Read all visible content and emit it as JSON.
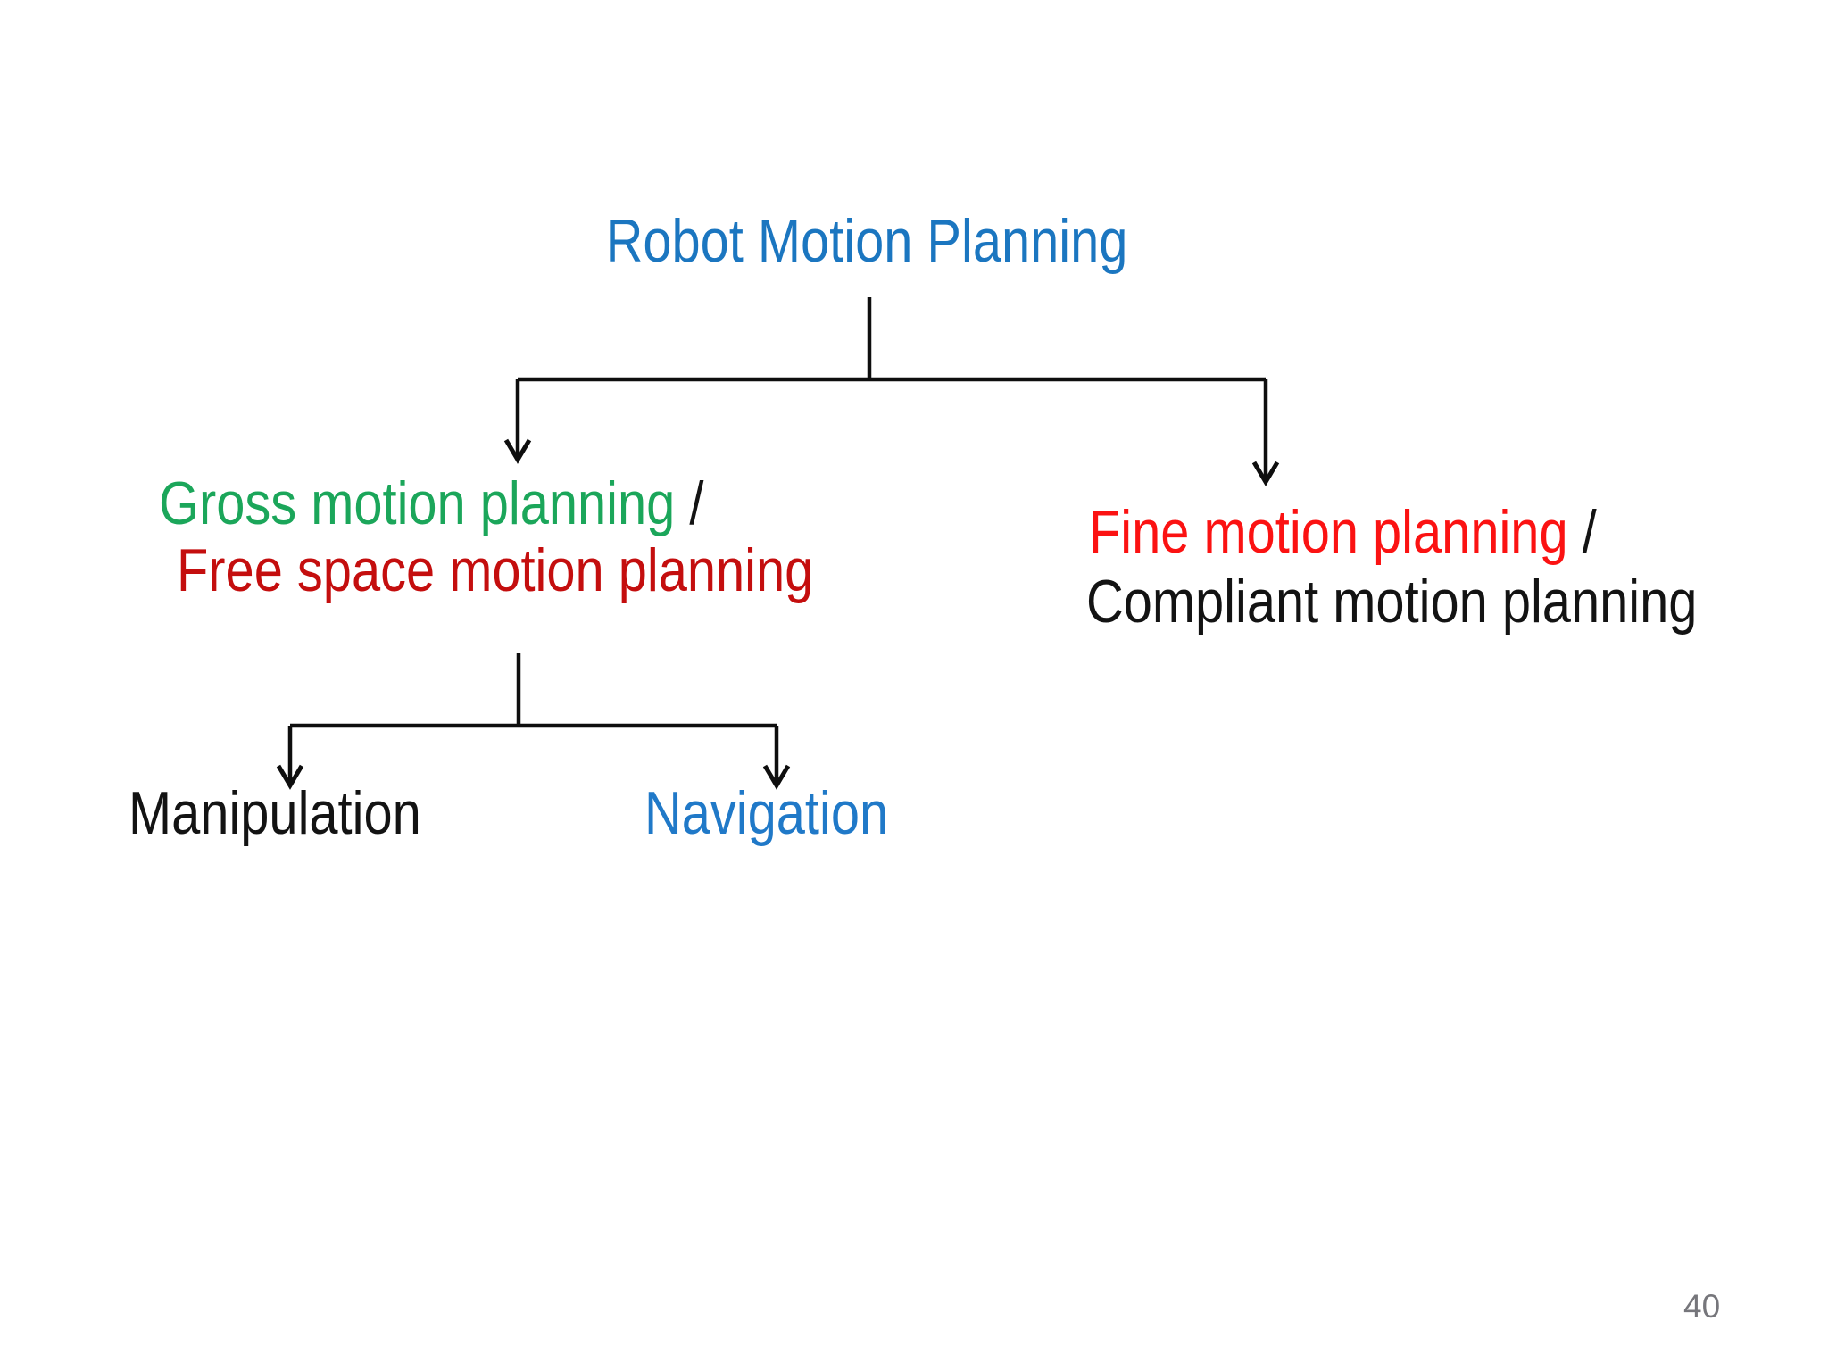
{
  "page": {
    "background": "#ffffff",
    "page_number": "40",
    "colors": {
      "title_blue": "#1b76c0",
      "green": "#1ba65a",
      "dark_red": "#c40e0e",
      "bright_red": "#fb1212",
      "black": "#131313",
      "navigation_blue": "#2079c8",
      "page_number_gray": "#76767b",
      "connector_line": "#0e0e0e"
    },
    "tree": {
      "root": {
        "label": "Robot Motion Planning"
      },
      "children": [
        {
          "line1": {
            "text": "Gross motion planning",
            "suffix": " /"
          },
          "line2": {
            "text": "Free space motion planning"
          },
          "children": [
            {
              "label": "Manipulation"
            },
            {
              "label": "Navigation"
            }
          ]
        },
        {
          "line1": {
            "text": "Fine motion planning",
            "suffix": " /"
          },
          "line2": {
            "text": "Compliant motion planning"
          }
        }
      ]
    }
  }
}
